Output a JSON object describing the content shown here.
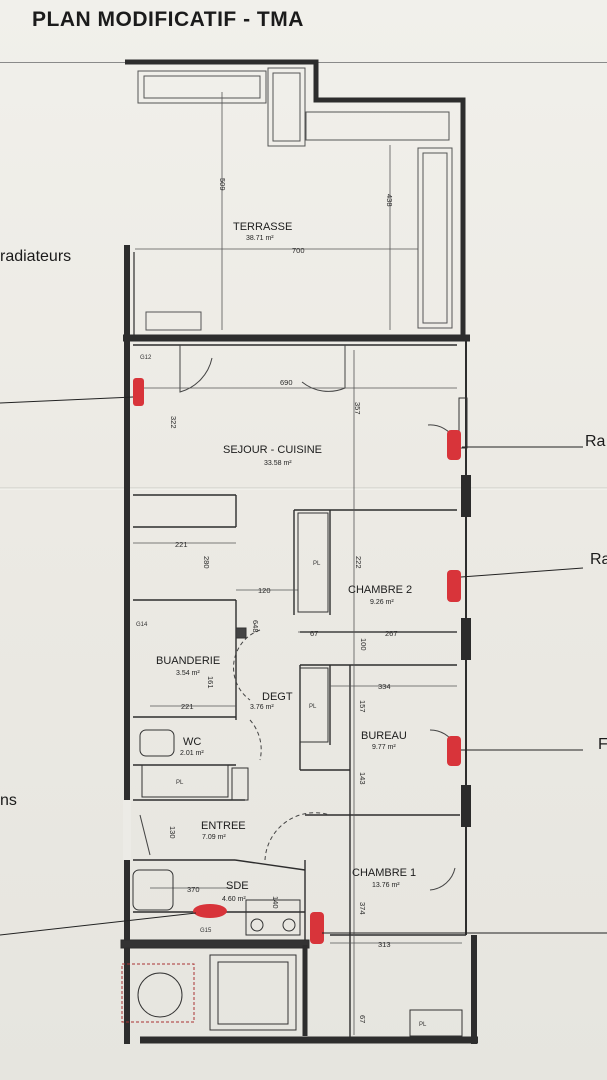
{
  "document": {
    "title": "PLAN MODIFICATIF - TMA"
  },
  "side_labels": {
    "left_top": "radiateurs",
    "left_bottom": "ns",
    "right_1": "Ra",
    "right_2": "Ra",
    "right_3": "F"
  },
  "rooms": {
    "terrasse": {
      "name": "TERRASSE",
      "area": "38.71 m²"
    },
    "sejour": {
      "name": "SEJOUR - CUISINE",
      "area": "33.58 m²"
    },
    "chambre2": {
      "name": "CHAMBRE 2",
      "area": "9.26 m²"
    },
    "buanderie": {
      "name": "BUANDERIE",
      "area": "3.54 m²"
    },
    "degt": {
      "name": "DEGT",
      "area": "3.76 m²"
    },
    "wc": {
      "name": "WC",
      "area": "2.01 m²"
    },
    "bureau": {
      "name": "BUREAU",
      "area": "9.77 m²"
    },
    "entree": {
      "name": "ENTREE",
      "area": "7.09 m²"
    },
    "sde": {
      "name": "SDE",
      "area": "4.60 m²"
    },
    "chambre1": {
      "name": "CHAMBRE 1",
      "area": "13.76 m²"
    }
  },
  "dimensions": {
    "d509": "509",
    "d438": "438",
    "d700": "700",
    "d690": "690",
    "d322": "322",
    "d357": "357",
    "d221a": "221",
    "d280": "280",
    "d120": "120",
    "d222": "222",
    "d648": "648",
    "d67": "67",
    "d100": "100",
    "d267": "267",
    "d161": "161",
    "d334": "334",
    "d221b": "221",
    "d157": "157",
    "d143": "143",
    "d130": "130",
    "d370": "370",
    "d140": "140",
    "d374": "374",
    "d313": "313",
    "d67b": "67"
  },
  "fixtures": {
    "pl": "PL",
    "g12": "G12",
    "g14": "G14",
    "g15": "G15"
  },
  "colors": {
    "radiator": "#d8343a",
    "wall": "#2d2d2d",
    "ink": "#1b1b1b"
  }
}
